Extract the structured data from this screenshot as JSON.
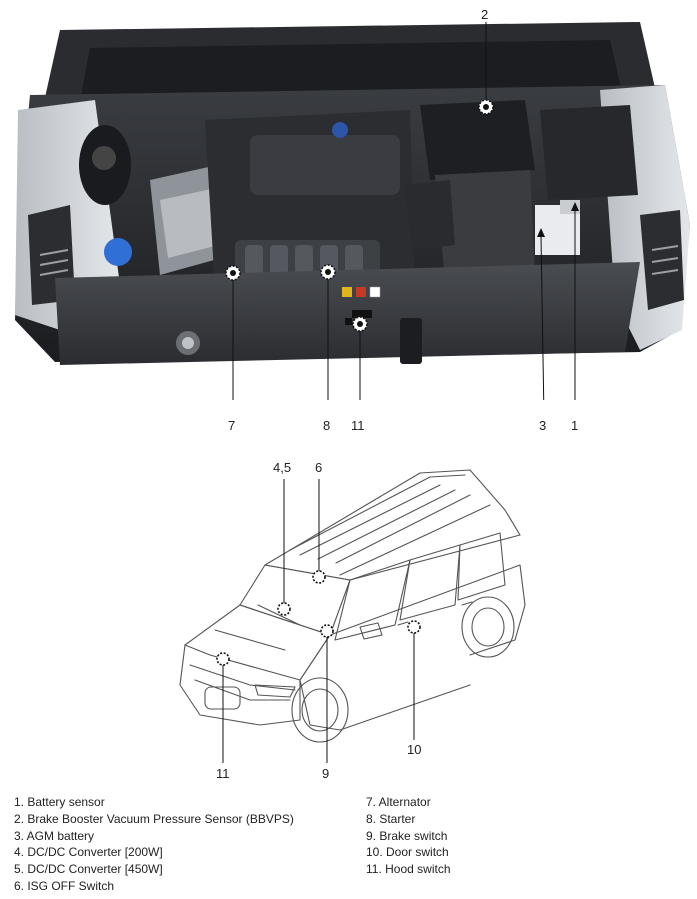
{
  "callouts": {
    "c1": "1",
    "c2": "2",
    "c3": "3",
    "c7": "7",
    "c8": "8",
    "c11_top": "11",
    "c45": "4,5",
    "c6": "6",
    "c9": "9",
    "c10": "10",
    "c11_bottom": "11"
  },
  "legend": {
    "left": [
      "1. Battery sensor",
      "2. Brake Booster Vacuum Pressure Sensor (BBVPS)",
      "3. AGM battery",
      "4. DC/DC Converter [200W]",
      "5. DC/DC Converter [450W]",
      "6. ISG OFF Switch"
    ],
    "right": [
      "7. Alternator",
      "8. Starter",
      "9. Brake switch",
      "10. Door switch",
      "11. Hood switch"
    ]
  }
}
